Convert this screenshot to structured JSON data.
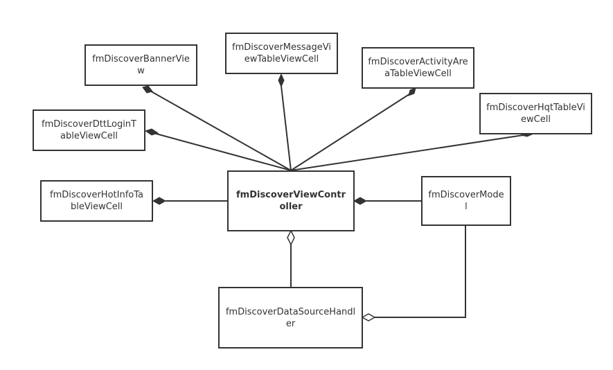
{
  "diagram": {
    "nodes": {
      "controller": {
        "line1": "fmDiscoverViewContr",
        "line2": "oller"
      },
      "banner": {
        "line1": "fmDiscoverBannerVie",
        "line2": "w"
      },
      "message": {
        "line1": "fmDiscoverMessageVi",
        "line2": "ewTableViewCell"
      },
      "activity": {
        "line1": "fmDiscoverActivityAre",
        "line2": "aTableViewCell"
      },
      "hqt": {
        "line1": "fmDiscoverHqtTableVi",
        "line2": "ewCell"
      },
      "dtt": {
        "line1": "fmDiscoverDttLoginT",
        "line2": "ableViewCell"
      },
      "hotinfo": {
        "line1": "fmDiscoverHotInfoTa",
        "line2": "bleViewCell"
      },
      "model": {
        "line1": "fmDiscoverMode",
        "line2": "l"
      },
      "datasource": {
        "line1": "fmDiscoverDataSourceHandl",
        "line2": "er"
      }
    },
    "colors": {
      "stroke": "#333333",
      "background": "#ffffff"
    }
  }
}
